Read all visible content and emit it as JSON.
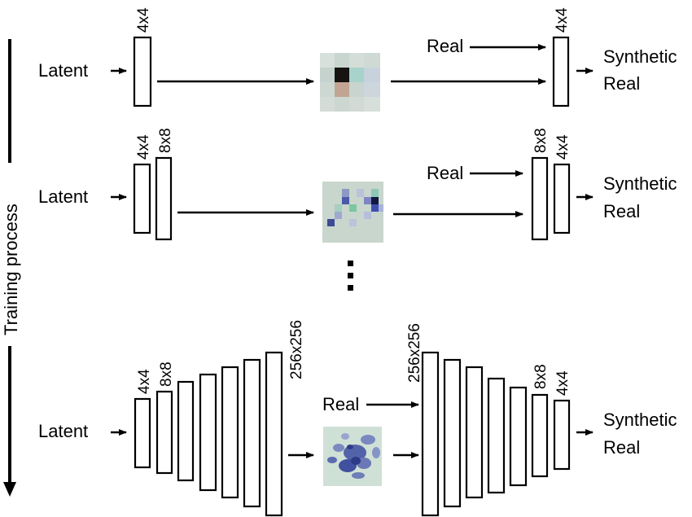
{
  "axis": {
    "label": "Training process"
  },
  "labels": {
    "latent": "Latent",
    "real": "Real",
    "synthetic": "Synthetic",
    "real_out": "Real"
  },
  "dims": {
    "d4": "4x4",
    "d8": "8x8",
    "d256": "256x256"
  },
  "ellipsis": "⋮",
  "colors": {
    "stroke": "#000000",
    "image_bg": "#c9d8cf",
    "stain_blue": "#3d4fa3"
  }
}
